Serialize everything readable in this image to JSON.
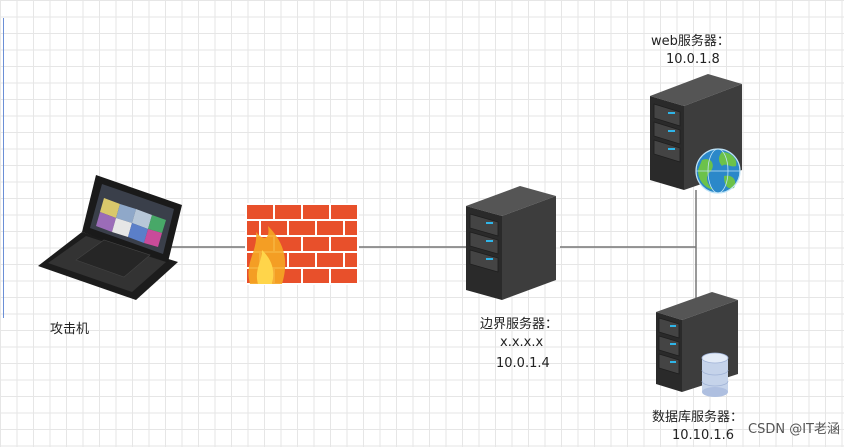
{
  "nodes": {
    "attacker": {
      "label": "攻击机"
    },
    "firewall": {
      "label": ""
    },
    "border_server": {
      "label": "边界服务器：",
      "ip_public": "x.x.x.x",
      "ip_internal": "10.0.1.4"
    },
    "web_server": {
      "label": "web服务器：",
      "ip": "10.0.1.8"
    },
    "db_server": {
      "label": "数据库服务器：",
      "ip": "10.10.1.6"
    }
  },
  "watermark": "CSDN @IT老涵",
  "colors": {
    "grid": "#e6e6e6",
    "link": "#777777",
    "firewall_brick": "#e8502b",
    "firewall_flame": "#f5a623",
    "server_body": "#2f2f2f",
    "server_led": "#2fb5e8",
    "frame": "#6b8fd6"
  },
  "icons": [
    "laptop-icon",
    "firewall-icon",
    "server-icon",
    "globe-icon",
    "database-icon"
  ]
}
